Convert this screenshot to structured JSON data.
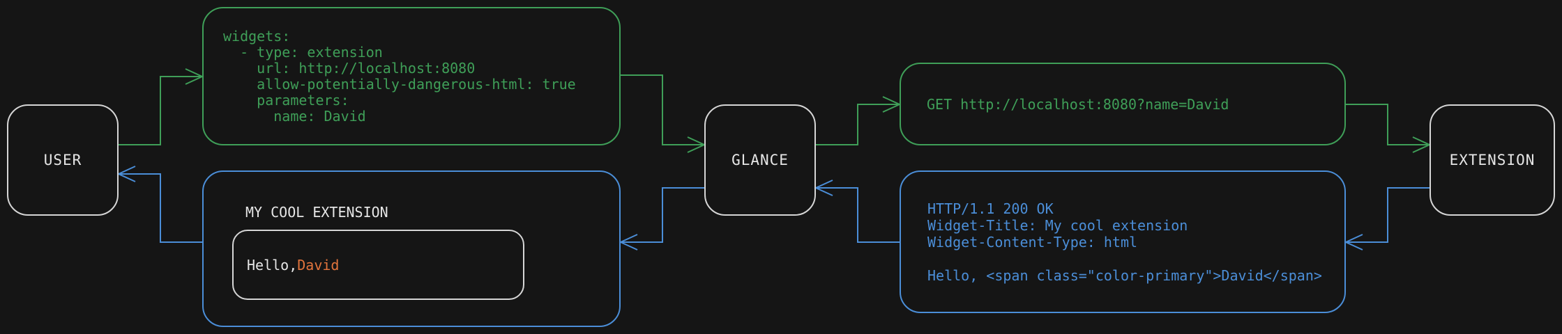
{
  "colors": {
    "background": "#151515",
    "node_border": "#d6d6d6",
    "text_primary": "#e6e6e6",
    "green": "#3f9f58",
    "blue": "#4b8ed8",
    "orange": "#e2743c"
  },
  "nodes": {
    "user": {
      "label": "USER"
    },
    "glance": {
      "label": "GLANCE"
    },
    "extension": {
      "label": "EXTENSION"
    }
  },
  "config_box": {
    "code": "widgets:\n  - type: extension\n    url: http://localhost:8080\n    allow-potentially-dangerous-html: true\n    parameters:\n      name: David"
  },
  "request_box": {
    "code": "GET http://localhost:8080?name=David"
  },
  "response_box": {
    "code": "HTTP/1.1 200 OK\nWidget-Title: My cool extension\nWidget-Content-Type: html\n\nHello, <span class=\"color-primary\">David</span>"
  },
  "widget_box": {
    "title": "MY COOL EXTENSION",
    "greeting_prefix": "Hello, ",
    "greeting_name": "David"
  }
}
